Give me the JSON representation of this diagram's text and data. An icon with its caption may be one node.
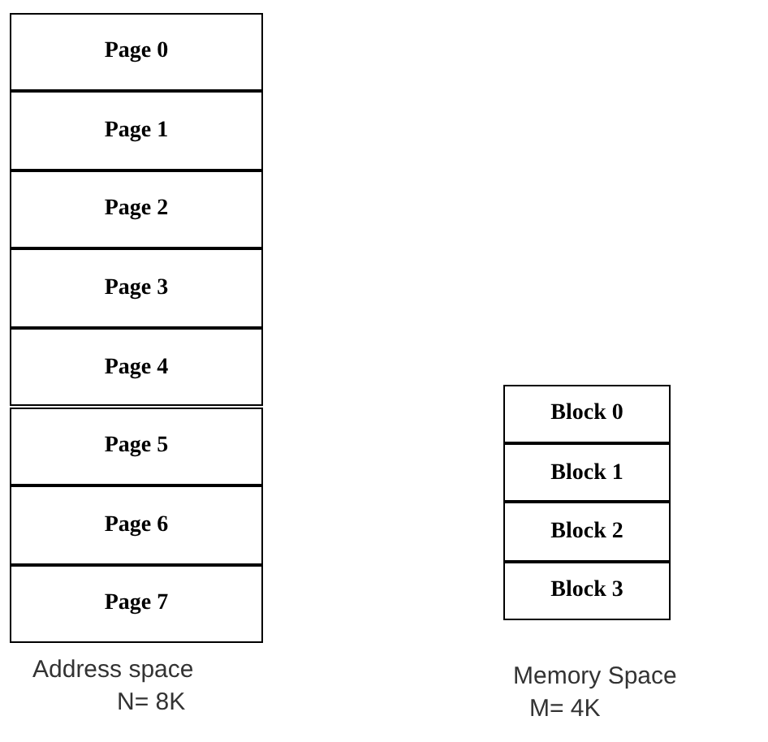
{
  "diagram": {
    "nodes": [
      {
        "text": [
          "Page 0"
        ]
      },
      {
        "text": [
          "Page 1"
        ]
      },
      {
        "text": [
          "Page 2"
        ]
      },
      {
        "text": [
          "Page 3"
        ]
      },
      {
        "text": [
          "Page 4"
        ]
      },
      {
        "text": [
          "Page 5"
        ]
      },
      {
        "text": [
          "Page 6"
        ]
      },
      {
        "text": [
          "Page 7"
        ]
      },
      {
        "text": [
          "Block 0"
        ]
      },
      {
        "text": [
          "Block 1"
        ]
      },
      {
        "text": [
          "Block 2"
        ]
      },
      {
        "text": [
          "Block 3"
        ]
      }
    ],
    "labels": [
      "Address space",
      "N= 8K",
      "Memory Space",
      "M= 4K"
    ]
  }
}
